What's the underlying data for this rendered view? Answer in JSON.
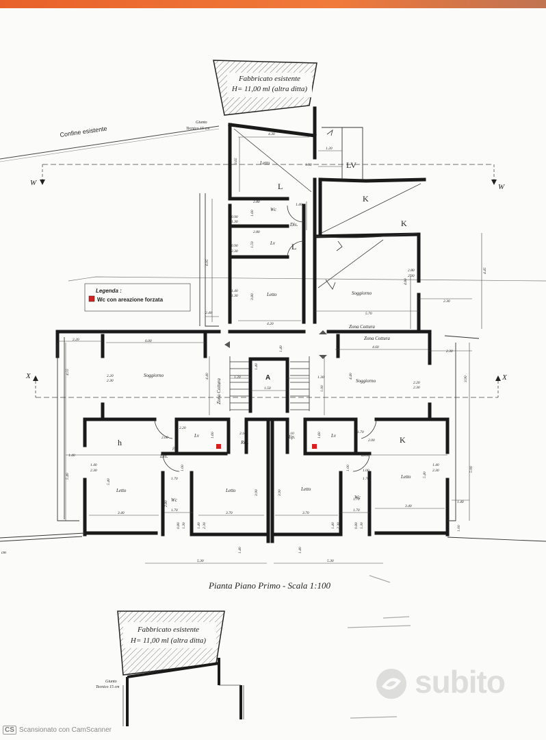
{
  "existing_building_top": {
    "line1": "Fabbricato esistente",
    "line2": "H= 11,00 ml (altra ditta)"
  },
  "existing_building_bottom": {
    "line1": "Fabbricato esistente",
    "line2": "H= 11,00 ml (altra ditta)"
  },
  "boundary_label": "Confine esistente",
  "joint_top": {
    "line1": "Giunto",
    "line2": "Tecnico 15 cm"
  },
  "joint_bottom": {
    "line1": "Giunto",
    "line2": "Tecnico 15 cm"
  },
  "section_marks": {
    "w_left": "W",
    "w_right": "W",
    "x_left": "X",
    "x_right": "X"
  },
  "legend": {
    "title": "Legenda :",
    "item": "Wc con areazione forzata",
    "swatch_color": "#d62020"
  },
  "rooms": {
    "letto_top": "Letto",
    "wc_top": "Wc",
    "dis_top": "Dis.",
    "lv_top": "Lv",
    "letto_mid": "Letto",
    "soggiorno_mid": "Soggiorno",
    "zona_cottura_1": "Zona Cottura",
    "zona_cottura_2": "Zona Cottura",
    "soggiorno_left": "Soggiorno",
    "zona_cottura_v": "Zona Cottura",
    "stair_a": "A",
    "soggiorno_right": "Soggiorno",
    "lv_left": "Lv",
    "rip_left": "Rip.",
    "rip_right": "Rip.",
    "lv_right": "Lv",
    "dis_left": "Dis.",
    "dis_right": "Dis.",
    "letto_bl": "Letto",
    "wc_bl": "Wc",
    "letto_bc": "Letto",
    "letto_bc2": "Letto",
    "wc_br": "Wc",
    "letto_br": "Letto"
  },
  "handwritten": {
    "h1": "LV",
    "h2": "K",
    "h3": "L",
    "h4": "L",
    "h5": "K",
    "h6": "K",
    "h7": "h"
  },
  "dims": {
    "d430": "4.30",
    "d120a": "1.20",
    "d150": "1.50",
    "d365": "3.65",
    "d280a": "2.80",
    "d140a": "1.40",
    "d160a": "1.60",
    "d090a": "0.90",
    "d130a": "1.30",
    "d280b": "2.80",
    "d150b": "1.50",
    "d090b": "0.90",
    "d230a": "2.30",
    "d695": "6.95",
    "d140b": "1.40",
    "d130b": "1.30",
    "d380": "3.80",
    "d420": "4.20",
    "d240": "2.40",
    "d280c": "2.80",
    "d230b": "2.30",
    "d480": "4.80",
    "d445": "4.45",
    "d230c": "2.30",
    "d570": "5.70",
    "d220a": "2.20",
    "d600": "6.00",
    "d460": "4.60",
    "d230d": "2.30",
    "d455": "4.55",
    "d220b": "2.20",
    "d230e": "2.30",
    "d440a": "4.40",
    "d120b": "1.20",
    "d140c": "1.40",
    "d150c": "1.50",
    "d100a": "1.00",
    "d130c": "1.30",
    "d440b": "4.40",
    "d220c": "2.20",
    "d230f": "2.30",
    "d390a": "3.90",
    "d200a": "2.00",
    "d220d": "2.20",
    "d210a": "2.10",
    "d160b": "1.60",
    "d270a": "2.70",
    "d210b": "2.10",
    "d160c": "1.60",
    "d170a": "1.70",
    "d200b": "2.00",
    "d540a": "5.40",
    "d140d": "1.40",
    "d230g": "2.30",
    "d540b": "5.40",
    "d100b": "1.00",
    "d100c": "1.00",
    "d100d": "1.00",
    "d390b": "3.90",
    "d390c": "3.90",
    "d170b": "1.70",
    "d170c": "1.70",
    "d340a": "3.40",
    "d370a": "3.70",
    "d370b": "3.70",
    "d170d": "1.70",
    "d340b": "3.40",
    "d540c": "5.40",
    "d500": "5.00",
    "d140e": "1.40",
    "d230h": "2.30",
    "d140f": "1.40",
    "d170e": "1.70",
    "d170f": "1.70",
    "d280d": "2.80",
    "d080a": "0.80",
    "d130d": "1.30",
    "d230i": "2.30",
    "d140g": "1.40",
    "d140h": "1.40",
    "d140i": "1.40",
    "d230j": "2.30",
    "d080b": "0.80",
    "d130e": "1.30",
    "d100e": "1.00",
    "d530a": "5.30",
    "d530b": "5.30",
    "d140j": "1.40",
    "d140k": "1.40"
  },
  "caption": "Pianta Piano Primo - Scala 1:100",
  "cm_left": "cm",
  "footer_text": "Scansionato con CamScanner",
  "footer_badge": "CS",
  "watermark": "subito"
}
